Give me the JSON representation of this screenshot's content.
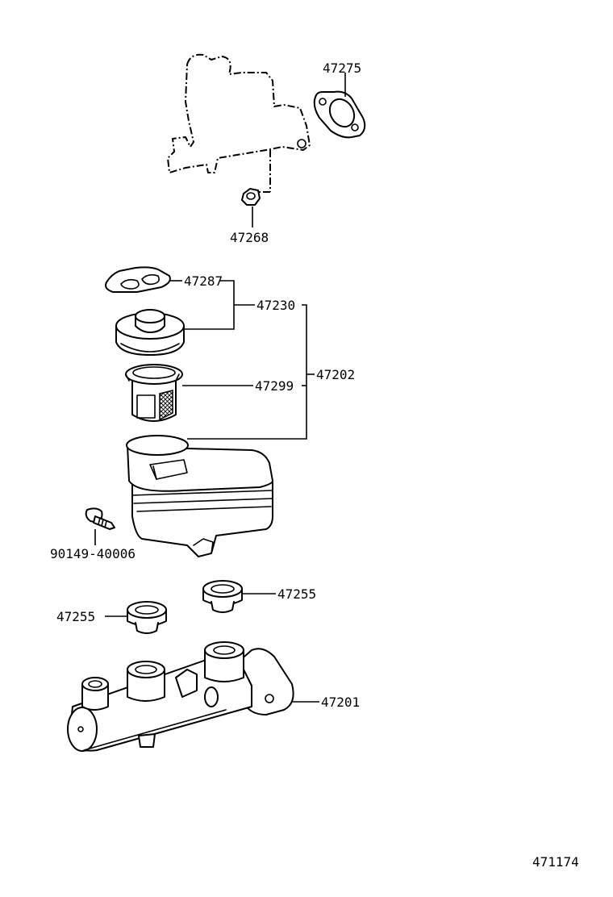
{
  "callouts": {
    "gasket_47275": "47275",
    "nut_47268": "47268",
    "gasket_47287": "47287",
    "cap_47230": "47230",
    "reservoir_assy_47202": "47202",
    "strainer_47299": "47299",
    "screw_90149": "90149-40006",
    "grommet_upper_47255": "47255",
    "grommet_lower_47255": "47255",
    "cylinder_47201": "47201"
  },
  "figure_number": "471174"
}
